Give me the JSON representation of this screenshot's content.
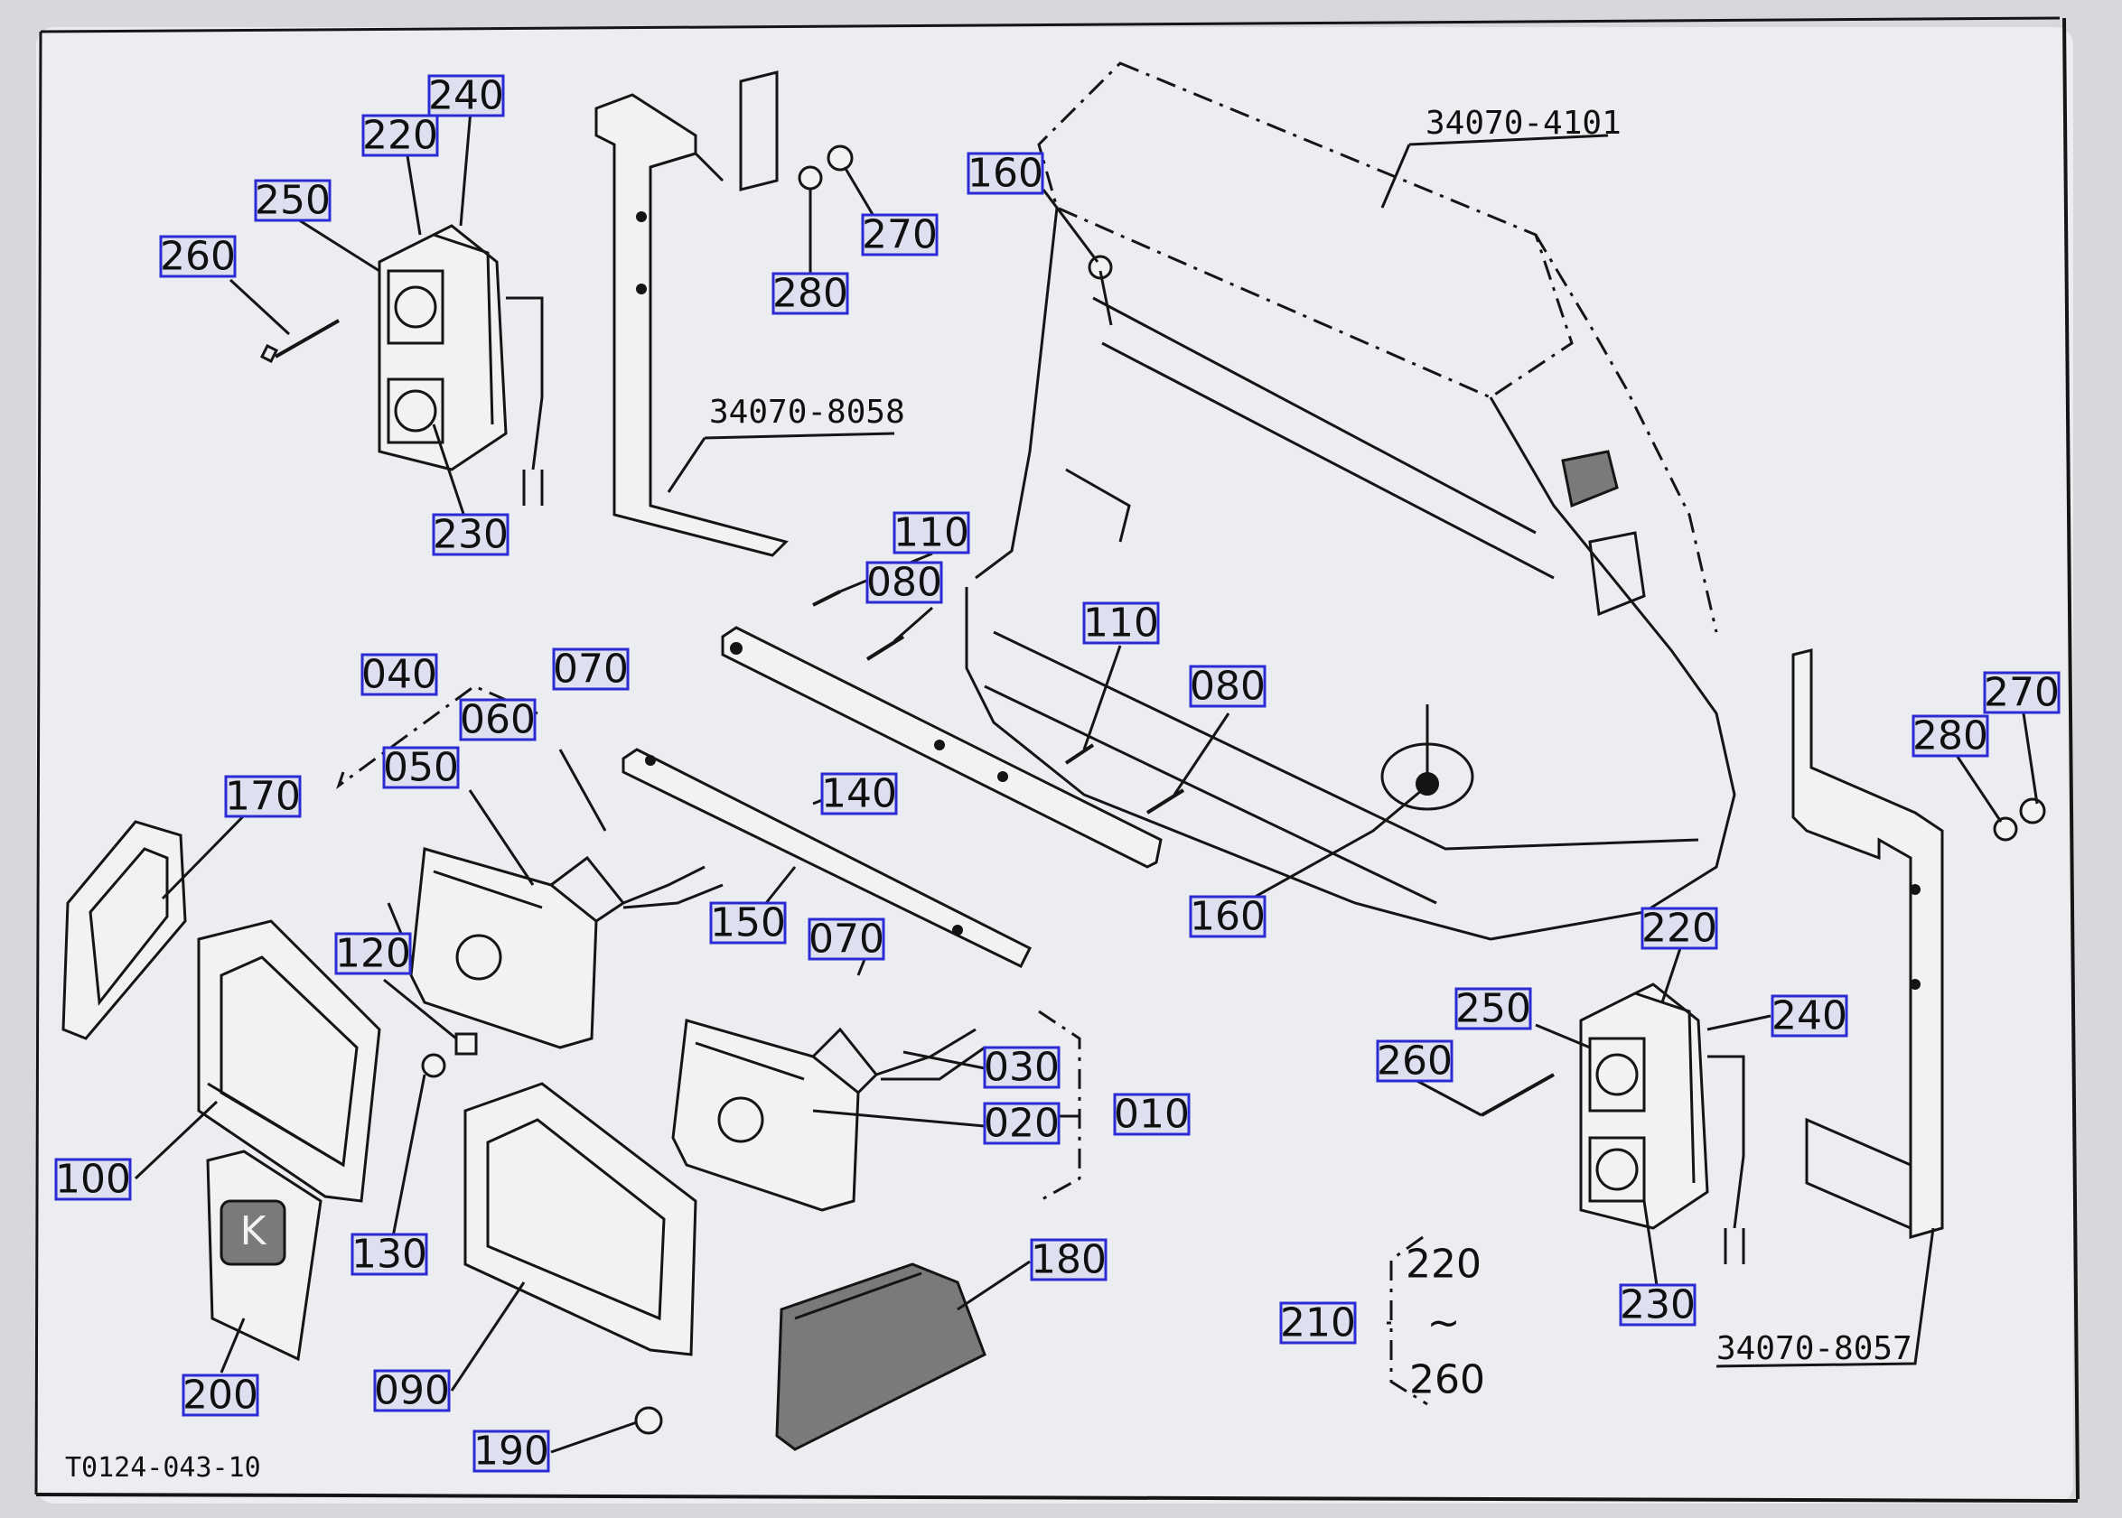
{
  "diagram": {
    "drawing_ref": "T0124-043-10",
    "part_numbers": {
      "cover": "34070-4101",
      "bracket_left": "34070-8058",
      "bracket_right": "34070-8057"
    },
    "callouts": [
      {
        "id": "c240a",
        "label": "240"
      },
      {
        "id": "c220a",
        "label": "220"
      },
      {
        "id": "c250a",
        "label": "250"
      },
      {
        "id": "c260a",
        "label": "260"
      },
      {
        "id": "c230a",
        "label": "230"
      },
      {
        "id": "c280a",
        "label": "280"
      },
      {
        "id": "c270a",
        "label": "270"
      },
      {
        "id": "c160a",
        "label": "160"
      },
      {
        "id": "c110a",
        "label": "110"
      },
      {
        "id": "c080a",
        "label": "080"
      },
      {
        "id": "c110b",
        "label": "110"
      },
      {
        "id": "c080b",
        "label": "080"
      },
      {
        "id": "c040",
        "label": "040"
      },
      {
        "id": "c070a",
        "label": "070"
      },
      {
        "id": "c060",
        "label": "060"
      },
      {
        "id": "c050",
        "label": "050"
      },
      {
        "id": "c170",
        "label": "170"
      },
      {
        "id": "c140",
        "label": "140"
      },
      {
        "id": "c150",
        "label": "150"
      },
      {
        "id": "c120",
        "label": "120"
      },
      {
        "id": "c070b",
        "label": "070"
      },
      {
        "id": "c160b",
        "label": "160"
      },
      {
        "id": "c030",
        "label": "030"
      },
      {
        "id": "c020",
        "label": "020"
      },
      {
        "id": "c010",
        "label": "010"
      },
      {
        "id": "c100",
        "label": "100"
      },
      {
        "id": "c130",
        "label": "130"
      },
      {
        "id": "c180",
        "label": "180"
      },
      {
        "id": "c200",
        "label": "200"
      },
      {
        "id": "c090",
        "label": "090"
      },
      {
        "id": "c190",
        "label": "190"
      },
      {
        "id": "c270b",
        "label": "270"
      },
      {
        "id": "c280b",
        "label": "280"
      },
      {
        "id": "c220b",
        "label": "220"
      },
      {
        "id": "c250b",
        "label": "250"
      },
      {
        "id": "c240b",
        "label": "240"
      },
      {
        "id": "c260b",
        "label": "260"
      },
      {
        "id": "c230b",
        "label": "230"
      },
      {
        "id": "c210",
        "label": "210"
      }
    ],
    "range_note": {
      "from": "220",
      "tilde": "~",
      "to": "260"
    }
  }
}
